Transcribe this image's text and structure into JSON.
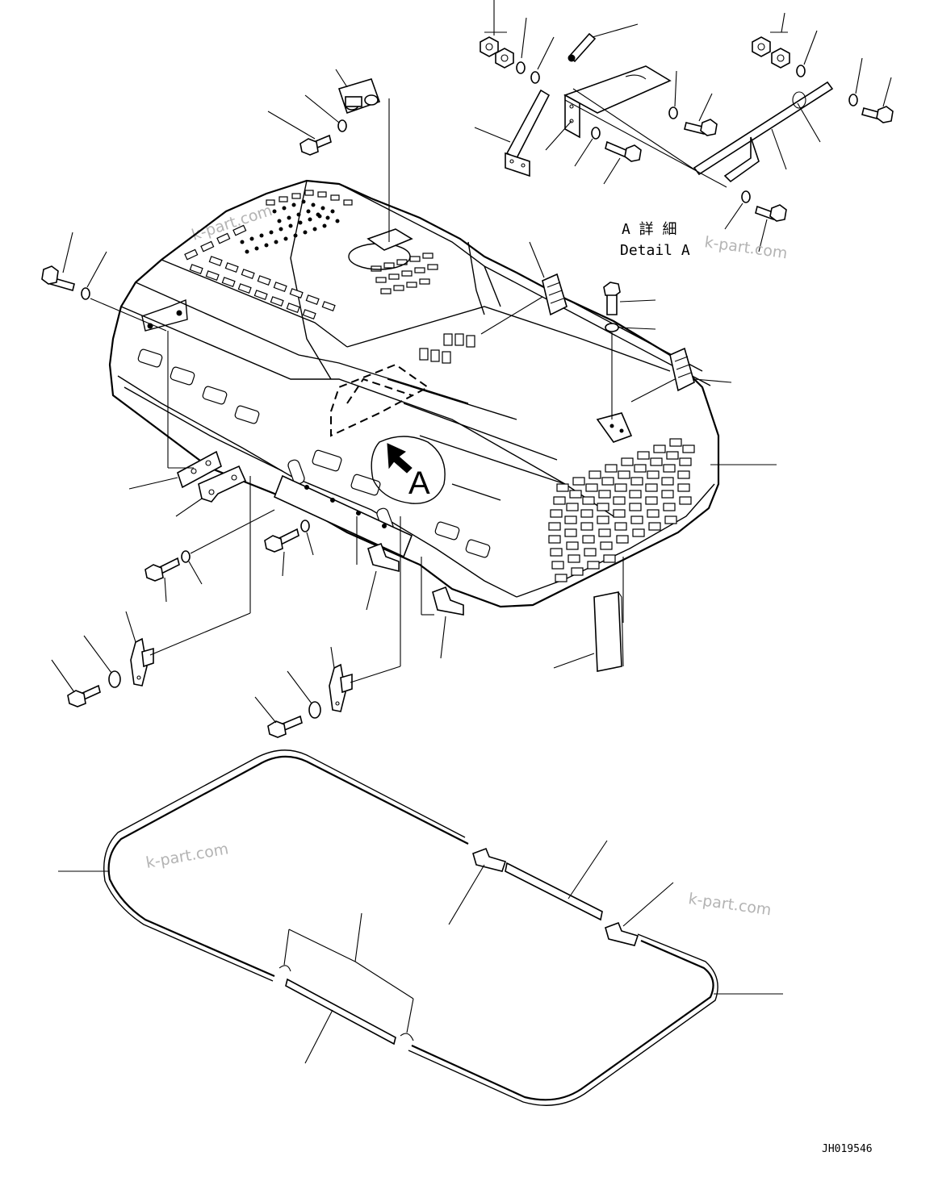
{
  "detail": {
    "jp_label": "A 詳 細",
    "en_label": "Detail A",
    "marker_letter": "A"
  },
  "watermarks": [
    "k-part.com",
    "k-part.com",
    "k-part.com",
    "k-part.com"
  ],
  "drawing_code": "JH019546"
}
